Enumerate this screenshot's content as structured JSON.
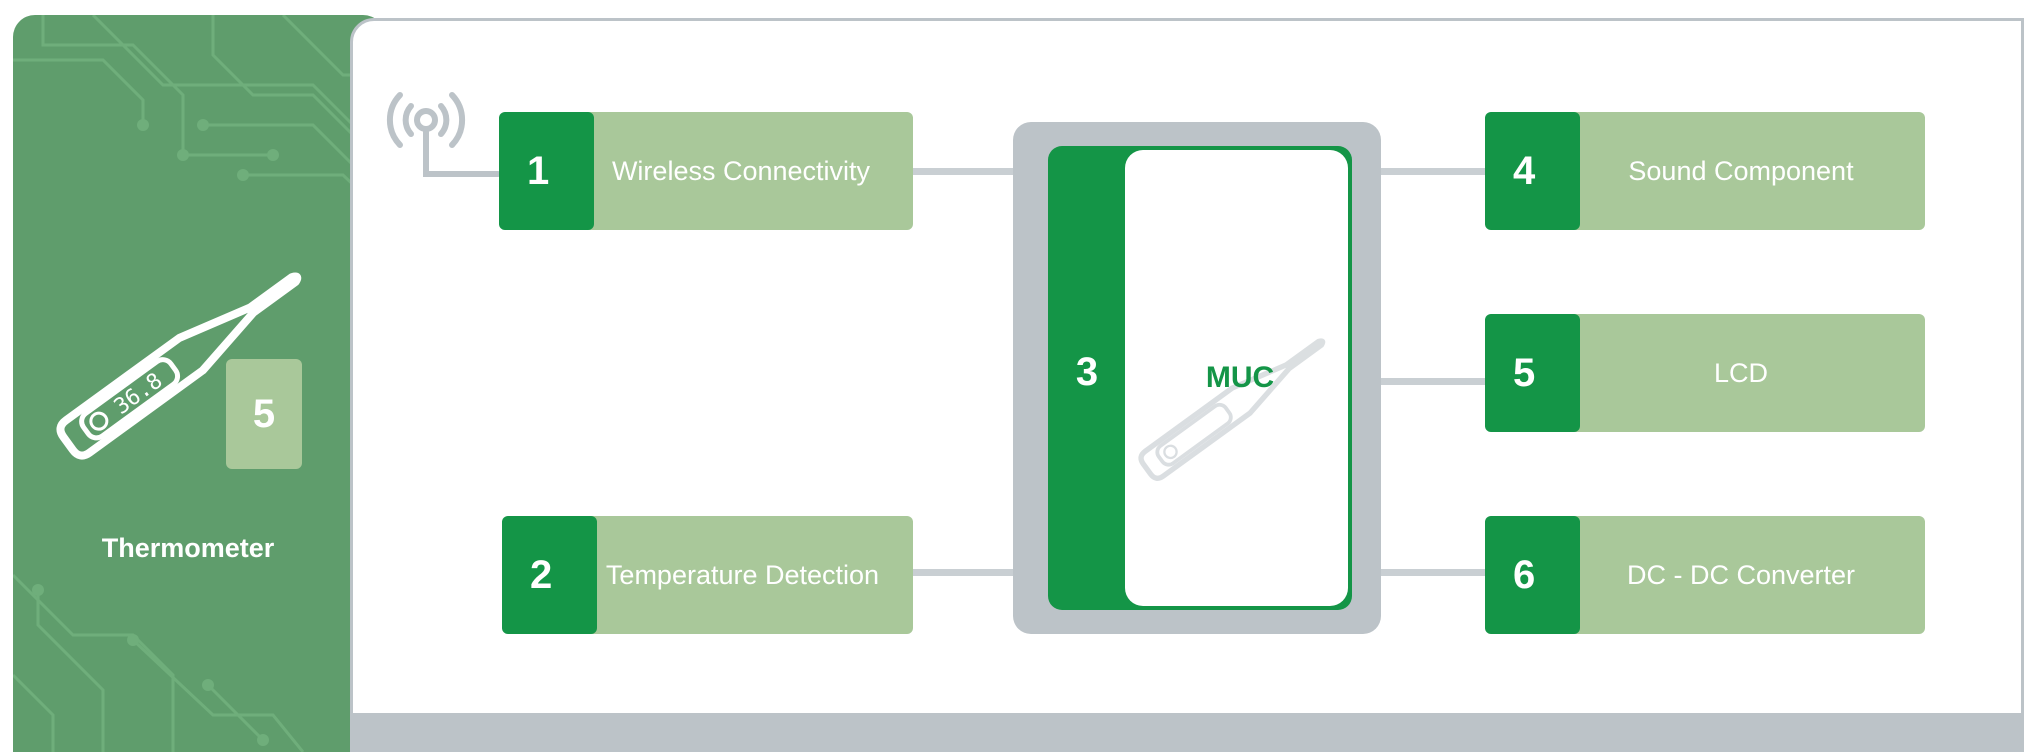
{
  "device": {
    "title": "Thermometer",
    "callout_number": "5",
    "display_reading": "36.8"
  },
  "blocks": [
    {
      "number": "1",
      "label": "Wireless Connectivity"
    },
    {
      "number": "2",
      "label": "Temperature Detection"
    },
    {
      "number": "4",
      "label": "Sound Component"
    },
    {
      "number": "5",
      "label": "LCD"
    },
    {
      "number": "6",
      "label": "DC - DC Converter"
    }
  ],
  "mcu": {
    "number": "3",
    "label": "MUC"
  },
  "colors": {
    "dark_green": "#149547",
    "light_green": "#a9c89a",
    "panel_green": "#5f9d6c",
    "gray": "#bcc3c8"
  }
}
